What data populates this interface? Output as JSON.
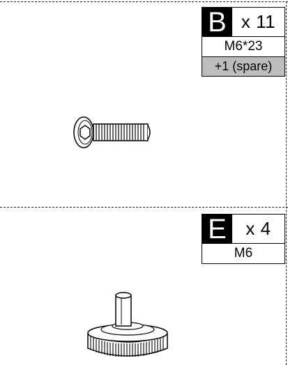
{
  "parts": [
    {
      "letter": "B",
      "quantity": "x 11",
      "spec": "M6*23",
      "spare": "+1  (spare)",
      "illustration": "button-head-hex-socket-screw-icon"
    },
    {
      "letter": "E",
      "quantity": "x  4",
      "spec": "M6",
      "illustration": "leveling-foot-icon"
    }
  ],
  "colors": {
    "line": "#222222",
    "label_bg": "#000000",
    "spare_bg": "#bdbdbd"
  }
}
